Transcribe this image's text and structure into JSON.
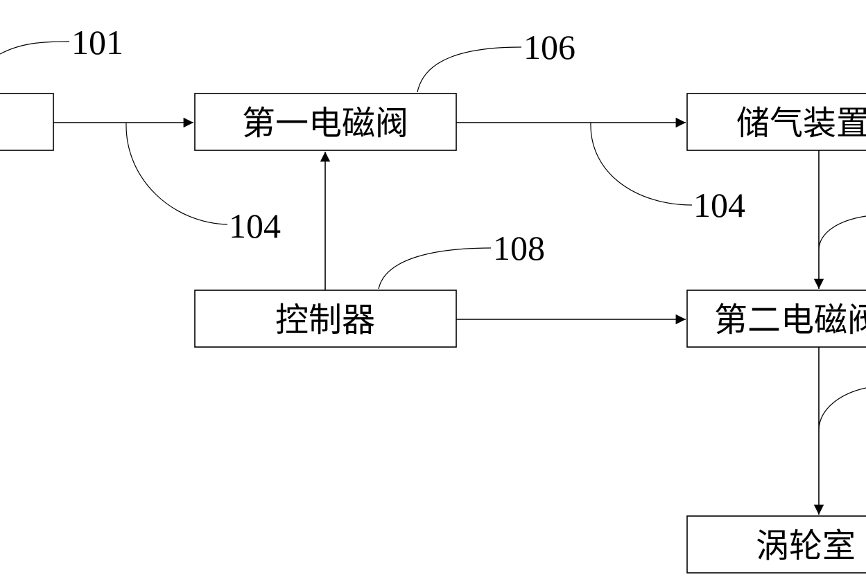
{
  "boxes": {
    "first_valve": "第一电磁阀",
    "storage": "储气装置",
    "controller": "控制器",
    "second_valve": "第二电磁阀",
    "turbine": "涡轮室"
  },
  "refs": {
    "r101": "101",
    "r106": "106",
    "r104_left": "104",
    "r104_right": "104",
    "r108": "108"
  }
}
